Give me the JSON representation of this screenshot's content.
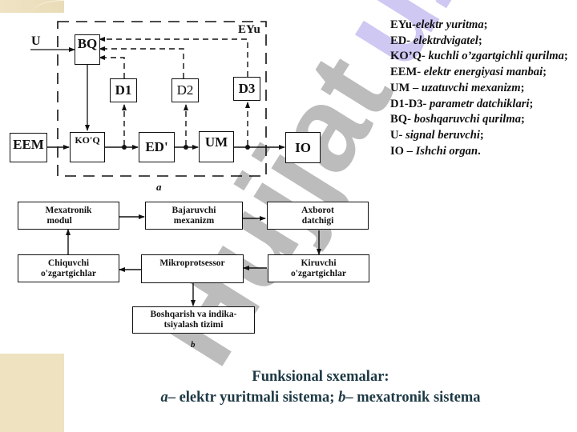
{
  "watermark": {
    "text": "Hujjat",
    "text_accent": "uz",
    "color_gray": "#b5b5b5",
    "color_violet": "#c9c3f2"
  },
  "diagram_a": {
    "label": "a",
    "boundary_label": "EYu",
    "input_label": "U",
    "blocks": {
      "bq": "BQ",
      "d1": "D1",
      "d2": "D2",
      "d3": "D3",
      "eem": "EEM",
      "koq": "KO'Q",
      "ed": "ED'",
      "um": "UM",
      "io": "IO"
    }
  },
  "diagram_b": {
    "label": "b",
    "blocks": {
      "mexatronik_line1": "Mexatronik",
      "mexatronik_line2": "modul",
      "bajaruvchi_line1": "Bajaruvchi",
      "bajaruvchi_line2": "mexanizm",
      "axborot_line1": "Axborot",
      "axborot_line2": "datchigi",
      "chiquvchi_line1": "Chiquvchi",
      "chiquvchi_line2": "o'zgartgichlar",
      "mikro": "Mikroprotsessor",
      "kiruvchi_line1": "Kiruvchi",
      "kiruvchi_line2": "o'zgartgichlar",
      "boshqarish_line1": "Boshqarish va indika-",
      "boshqarish_line2": "tsiyalash tizimi"
    }
  },
  "legend": [
    {
      "abbr": "EYu-",
      "desc": "elektr yuritma",
      "end": ";"
    },
    {
      "abbr": "ED- ",
      "desc": "elektrdvigatel",
      "end": ";"
    },
    {
      "abbr": "KO’Q- ",
      "desc": "kuchli o’zgartgichli qurilma",
      "end": ";"
    },
    {
      "abbr": "EEM- ",
      "desc": "elektr energiyasi manbai",
      "end": ";"
    },
    {
      "abbr": "UM – ",
      "desc": "uzatuvchi mexanizm",
      "end": ";"
    },
    {
      "abbr": "D1-D3- ",
      "desc": "parametr datchiklari",
      "end": ";"
    },
    {
      "abbr": "BQ- ",
      "desc": "boshqaruvchi qurilma",
      "end": ";"
    },
    {
      "abbr": "U- ",
      "desc": "signal beruvchi",
      "end": ";"
    },
    {
      "abbr": "IO – ",
      "desc": "Ishchi organ",
      "end": "."
    }
  ],
  "caption": {
    "title": "Funksional sxemalar:",
    "a_letter": "a",
    "a_text": "– elektr yuritmali sistema; ",
    "b_letter": "b",
    "b_text": "– mexatronik sistema"
  }
}
